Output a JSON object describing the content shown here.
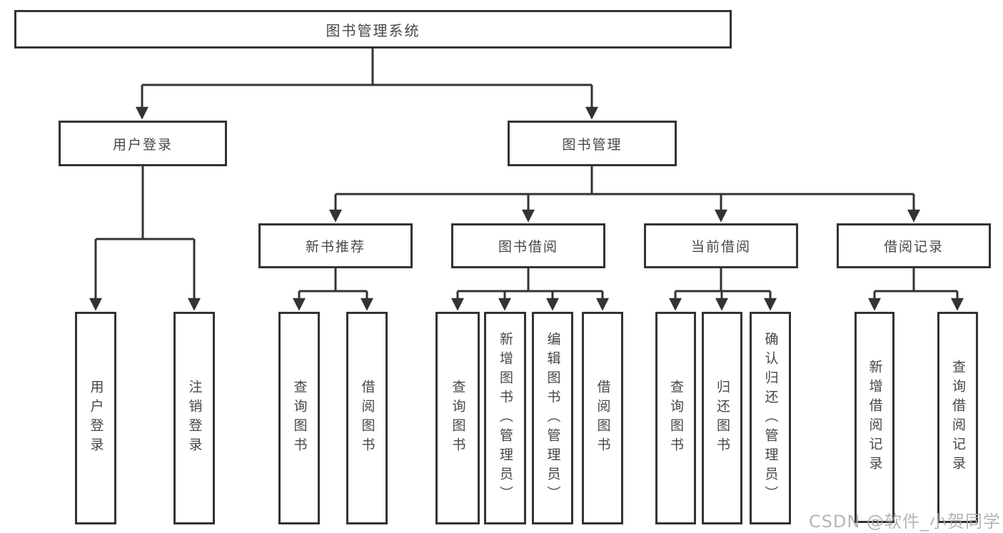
{
  "diagram": {
    "title": "图书管理系统",
    "level2": [
      {
        "label": "用户登录",
        "parent": "图书管理系统"
      },
      {
        "label": "图书管理",
        "parent": "图书管理系统"
      }
    ],
    "level3": [
      {
        "label": "新书推荐",
        "parent": "图书管理"
      },
      {
        "label": "图书借阅",
        "parent": "图书管理"
      },
      {
        "label": "当前借阅",
        "parent": "图书管理"
      },
      {
        "label": "借阅记录",
        "parent": "图书管理"
      }
    ],
    "leaves": [
      {
        "label": "用户登录",
        "parent": "用户登录"
      },
      {
        "label": "注销登录",
        "parent": "用户登录"
      },
      {
        "label": "查询图书",
        "parent": "新书推荐"
      },
      {
        "label": "借阅图书",
        "parent": "新书推荐"
      },
      {
        "label": "查询图书",
        "parent": "图书借阅"
      },
      {
        "label": "新增图书（管理员）",
        "parent": "图书借阅"
      },
      {
        "label": "编辑图书（管理员）",
        "parent": "图书借阅"
      },
      {
        "label": "借阅图书",
        "parent": "图书借阅"
      },
      {
        "label": "查询图书",
        "parent": "当前借阅"
      },
      {
        "label": "归还图书",
        "parent": "当前借阅"
      },
      {
        "label": "确认归还（管理员）",
        "parent": "当前借阅"
      },
      {
        "label": "新增借阅记录",
        "parent": "借阅记录"
      },
      {
        "label": "查询借阅记录",
        "parent": "借阅记录"
      }
    ],
    "colors": {
      "line": "#333333",
      "text": "#474747",
      "watermark": "#a9a9a9"
    },
    "watermark": "CSDN @软件_小贺同学"
  }
}
